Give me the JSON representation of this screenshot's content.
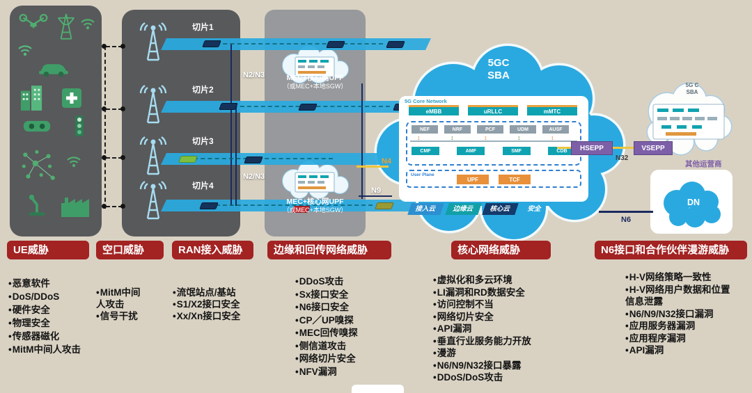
{
  "colors": {
    "background": "#d9d2c3",
    "panel_gray": "#58595b",
    "mec_gray": "#97999c",
    "slice_blue": "#2aaae0",
    "cloud_blue": "#2aa9e0",
    "header_red": "#a32222",
    "sepp_purple": "#7d5fa8",
    "link_yellow": "#ecc63e",
    "link_navy": "#1b2a5e"
  },
  "icons": {
    "bus_arrow": "↕"
  },
  "network": {
    "ue_icons": [
      "drone",
      "power-tower",
      "wifi-signal",
      "car",
      "buildings",
      "hospital",
      "vr-headset",
      "traffic-light",
      "iot-sensors",
      "robot-arm",
      "factory"
    ],
    "slices": [
      "切片1",
      "切片2",
      "切片3",
      "切片4"
    ],
    "labels": {
      "n2n3_upper": "N2/N3",
      "n2n3_lower": "N2/N3",
      "n4": "N4",
      "n9": "N9",
      "n6": "N6",
      "n32": "N32"
    },
    "mec_upper": {
      "line1": "MEC+核心网UPF",
      "line2": "（或MEC+本地SGW）"
    },
    "mec_lower": {
      "line1": "MEC+核心网UPF",
      "line2": "（或MEC+本地SGW）"
    },
    "core_cloud": {
      "title_line1": "5GC",
      "title_line2": "SBA",
      "panel_title": "5G Core Network",
      "service_boxes": [
        "eMBB",
        "uRLLC",
        "mMTC"
      ],
      "nf_row_top": [
        "NEF",
        "NRF",
        "PCF",
        "UDM",
        "AUSF"
      ],
      "nf_row_bottom": [
        "CMF",
        "AMF",
        "SMF",
        "CDB"
      ],
      "user_plane_label": "User Plane",
      "user_plane_boxes": [
        "UPF",
        "TCF"
      ],
      "infra_row": [
        "接入云",
        "边缘云",
        "核心云",
        "安全"
      ]
    },
    "sepp": {
      "hsepp": "HSEPP",
      "vsepp": "VSEPP"
    },
    "partner_cloud": {
      "title_line1": "5G C",
      "title_line2": "SBA",
      "caption": "其他运营商"
    },
    "dn_label": "DN"
  },
  "threats": {
    "columns": [
      {
        "title": "UE威胁",
        "items": [
          "恶意软件",
          "DoS/DDoS",
          "硬件安全",
          "物理安全",
          "传感器磁化",
          "MitM中间人攻击"
        ]
      },
      {
        "title": "空口威胁",
        "items": [
          "MitM中间人攻击",
          "信号干扰"
        ]
      },
      {
        "title": "RAN接入威胁",
        "items": [
          "流氓站点/基站",
          "S1/X2接口安全",
          "Xx/Xn接口安全"
        ]
      },
      {
        "title": "边缘和回传网络威胁",
        "items": [
          "DDoS攻击",
          "Sx接口安全",
          "N6接口安全",
          "CP／UP嗅探",
          "MEC回传嗅探",
          "侧信道攻击",
          "网络切片安全",
          "NFV漏洞"
        ]
      },
      {
        "title": "核心网络威胁",
        "items": [
          "虚拟化和多云环境",
          "LI漏洞和RD数据安全",
          "访问控制不当",
          "网络切片安全",
          "API漏洞",
          "垂直行业服务能力开放",
          "漫游",
          "N6/N9/N32接口暴露",
          "DDoS/DoS攻击"
        ]
      },
      {
        "title": "N6接口和合作伙伴漫游威胁",
        "items": [
          "H-V网络策略一致性",
          "H-V网络用户数据和位置信息泄露",
          "N6/N9/N32接口漏洞",
          "应用服务器漏洞",
          "应用程序漏洞",
          "API漏洞"
        ]
      }
    ]
  }
}
